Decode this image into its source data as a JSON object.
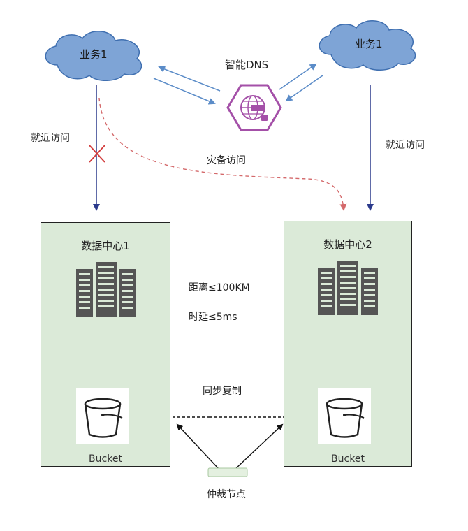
{
  "clouds": {
    "left": {
      "label": "业务1"
    },
    "right": {
      "label": "业务1"
    }
  },
  "dns": {
    "label": "智能DNS",
    "icon": "dns-icon"
  },
  "edges": {
    "nearby_left": "就近访问",
    "nearby_right": "就近访问",
    "disaster": "灾备访问",
    "sync": "同步复制"
  },
  "datacenters": [
    {
      "title": "数据中心1",
      "bucket_label": "Bucket"
    },
    {
      "title": "数据中心2",
      "bucket_label": "Bucket"
    }
  ],
  "link_specs": {
    "distance": "距离≤100KM",
    "latency": "时延≤5ms"
  },
  "arbiter": {
    "label": "仲裁节点"
  },
  "colors": {
    "cloud_fill": "#7ea4d6",
    "arrow_blue": "#5b8cc8",
    "arrow_navy": "#2b3a8c",
    "dashed_red": "#d4696b",
    "dc_fill": "#dbead8",
    "dns_purple": "#a450a8"
  }
}
